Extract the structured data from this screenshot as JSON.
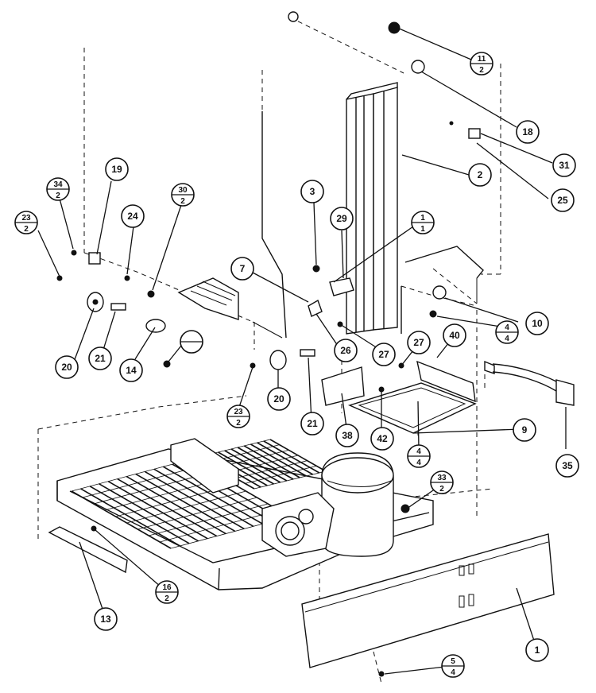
{
  "diagram": {
    "callouts": [
      {
        "id": "c-11-2",
        "top": "11",
        "bottom": "2"
      },
      {
        "id": "c-18",
        "top": "18"
      },
      {
        "id": "c-31",
        "top": "31"
      },
      {
        "id": "c-25",
        "top": "25"
      },
      {
        "id": "c-2",
        "top": "2"
      },
      {
        "id": "c-19",
        "top": "19"
      },
      {
        "id": "c-34-2",
        "top": "34",
        "bottom": "2"
      },
      {
        "id": "c-30-2",
        "top": "30",
        "bottom": "2"
      },
      {
        "id": "c-3",
        "top": "3"
      },
      {
        "id": "c-29",
        "top": "29"
      },
      {
        "id": "c-1-1",
        "top": "1",
        "bottom": "1"
      },
      {
        "id": "c-23-2a",
        "top": "23",
        "bottom": "2"
      },
      {
        "id": "c-24",
        "top": "24"
      },
      {
        "id": "c-7",
        "top": "7"
      },
      {
        "id": "c-10",
        "top": "10"
      },
      {
        "id": "c-4-4a",
        "top": "4",
        "bottom": "4"
      },
      {
        "id": "c-20a",
        "top": "20"
      },
      {
        "id": "c-21a",
        "top": "21"
      },
      {
        "id": "c-14",
        "top": "14"
      },
      {
        "id": "c-blank",
        "top": "",
        "bottom": ""
      },
      {
        "id": "c-26",
        "top": "26"
      },
      {
        "id": "c-27a",
        "top": "27"
      },
      {
        "id": "c-27b",
        "top": "27"
      },
      {
        "id": "c-40",
        "top": "40"
      },
      {
        "id": "c-23-2b",
        "top": "23",
        "bottom": "2"
      },
      {
        "id": "c-20b",
        "top": "20"
      },
      {
        "id": "c-21b",
        "top": "21"
      },
      {
        "id": "c-38",
        "top": "38"
      },
      {
        "id": "c-42",
        "top": "42"
      },
      {
        "id": "c-9",
        "top": "9"
      },
      {
        "id": "c-4-4b",
        "top": "4",
        "bottom": "4"
      },
      {
        "id": "c-35",
        "top": "35"
      },
      {
        "id": "c-33-2",
        "top": "33",
        "bottom": "2"
      },
      {
        "id": "c-16-2",
        "top": "16",
        "bottom": "2"
      },
      {
        "id": "c-13",
        "top": "13"
      },
      {
        "id": "c-1",
        "top": "1"
      },
      {
        "id": "c-5-4",
        "top": "5",
        "bottom": "4"
      }
    ]
  }
}
